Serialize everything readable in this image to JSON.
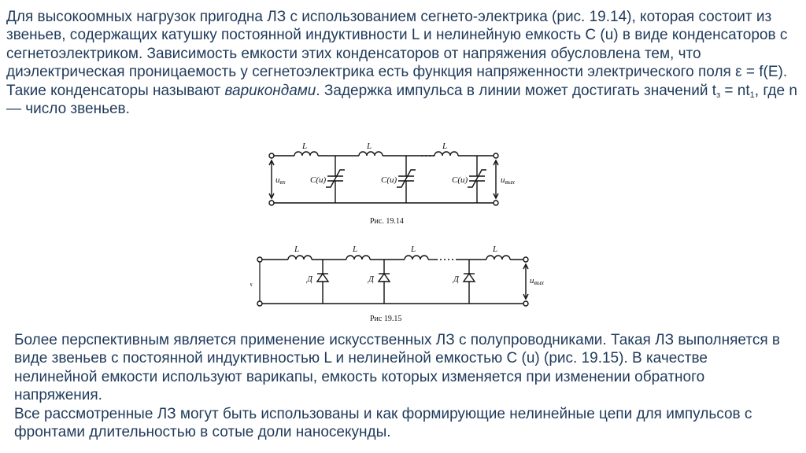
{
  "para1": {
    "t1": "Для высокоомных нагрузок пригодна ЛЗ с использованием сегнето-электрика (рис. 19.14), которая состоит из звеньев, содержащих катушку постоянной индуктивности L и нелинейную емкость С (u) в виде конденсаторов с сегнетоэлектриком. Зависимость емкости этих конденсаторов от напряжения обусловлена тем, что диэлектрическая проницаемость у сегнетоэлектрика есть функция напряженности электрического поля ε = f(E). Такие конденсаторы называют ",
    "italic": "варикондами",
    "t2": ". Задержка импульса в линии может достигать значений t",
    "sub1": "з",
    "t3": " = nt",
    "sub2": "1",
    "t4": ", где n — число звеньев."
  },
  "fig1": {
    "caption": "Рис. 19.14",
    "inductor_label": "L",
    "cap_label": "C(u)",
    "input_label": "u",
    "input_sub": "вх",
    "output_label": "u",
    "output_sub": "вых"
  },
  "fig2": {
    "caption": "Рис  19.15",
    "inductor_label": "L",
    "diode_label": "Д",
    "input_label": "u",
    "input_sub": "вх",
    "output_label": "u",
    "output_sub": "вых"
  },
  "para2": {
    "p1": "Более перспективным является применение искусственных ЛЗ с полупроводниками. Такая ЛЗ выполняется в виде звеньев с постоянной индуктивностью L и нелинейной емкостью С (u) (рис. 19.15). В качестве нелинейной емкости используют варикапы, емкость которых изменяется при изменении обратного напряжения.",
    "p2": "Все рассмотренные ЛЗ могут быть использованы и как формирующие нелинейные цепи для импульсов с фронтами длительностью в сотые доли наносекунды."
  }
}
